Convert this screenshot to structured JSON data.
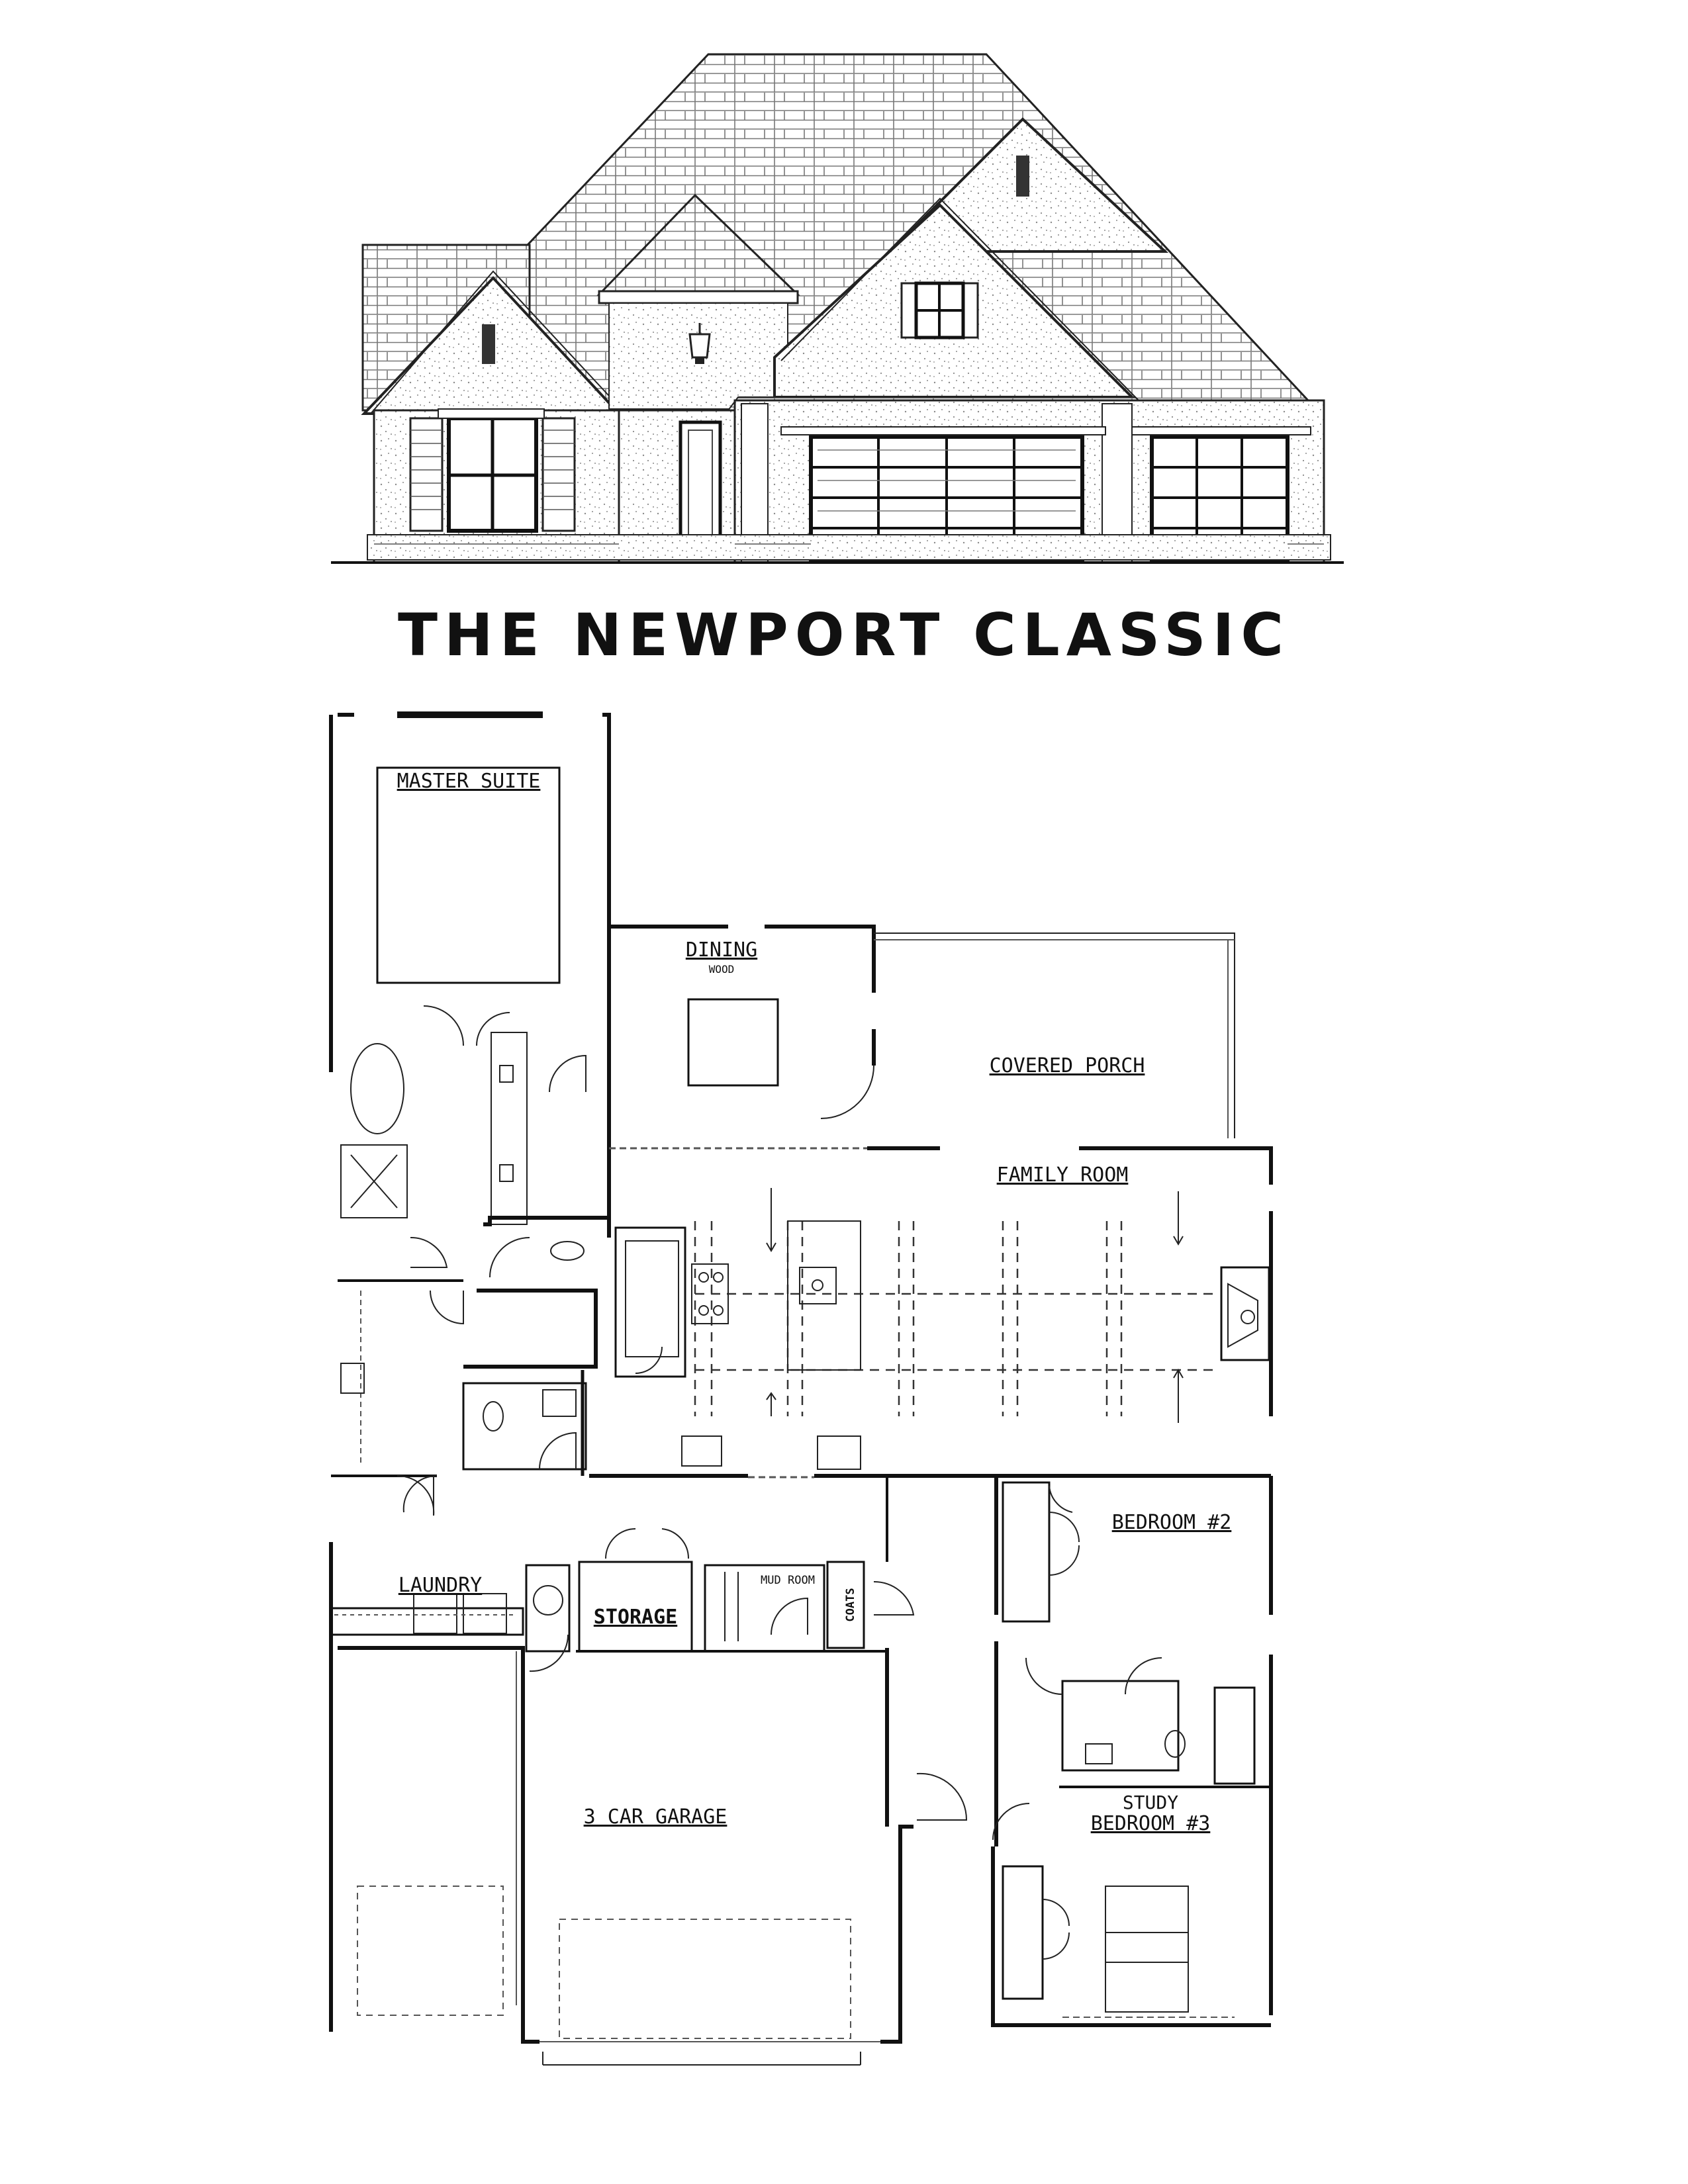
{
  "title": "THE NEWPORT CLASSIC",
  "rooms": {
    "master_suite": "MASTER SUITE",
    "dining": "DINING",
    "dining_note": "WOOD",
    "covered_porch": "COVERED PORCH",
    "family_room": "FAMILY ROOM",
    "bedroom2": "BEDROOM #2",
    "laundry": "LAUNDRY",
    "storage": "STORAGE",
    "mud_room": "MUD ROOM",
    "coats": "COATS",
    "garage": "3 CAR GARAGE",
    "study": "STUDY",
    "bedroom3": "BEDROOM #3"
  },
  "colors": {
    "line": "#111111",
    "paper": "#ffffff",
    "siding_dots": "#8a8a8a"
  }
}
